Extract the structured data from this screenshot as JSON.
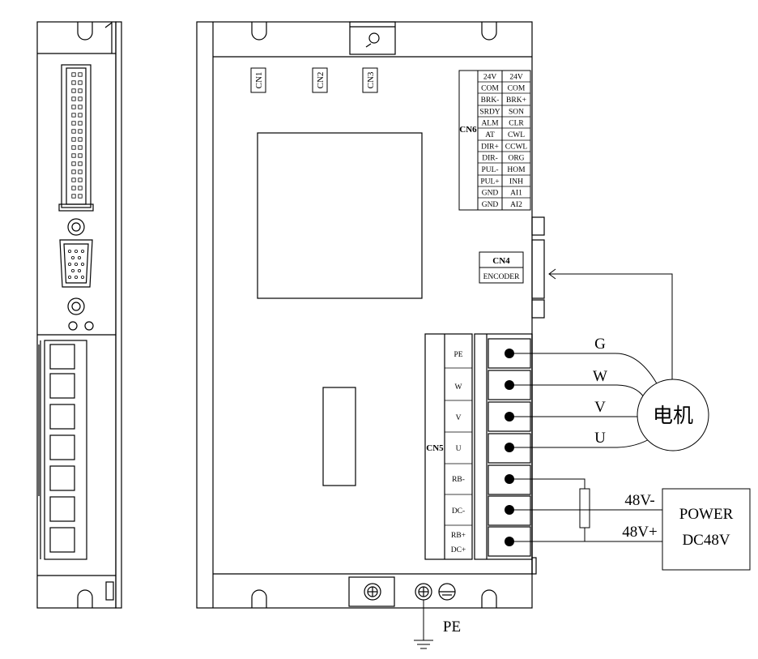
{
  "connectors": {
    "cn1": "CN1",
    "cn2": "CN2",
    "cn3": "CN3",
    "cn4": "CN4",
    "cn4_sub": "ENCODER",
    "cn5": "CN5",
    "cn6": "CN6"
  },
  "cn6_pins": [
    [
      "24V",
      "24V"
    ],
    [
      "COM",
      "COM"
    ],
    [
      "BRK-",
      "BRK+"
    ],
    [
      "SRDY",
      "SON"
    ],
    [
      "ALM",
      "CLR"
    ],
    [
      "AT",
      "CWL"
    ],
    [
      "DIR+",
      "CCWL"
    ],
    [
      "DIR-",
      "ORG"
    ],
    [
      "PUL-",
      "HOM"
    ],
    [
      "PUL+",
      "INH"
    ],
    [
      "GND",
      "AI1"
    ],
    [
      "GND",
      "AI2"
    ]
  ],
  "cn5_pins": [
    "PE",
    "W",
    "V",
    "U",
    "RB-",
    "DC-",
    "RB+",
    "DC+"
  ],
  "motor": {
    "label": "电机",
    "wires": [
      "G",
      "W",
      "V",
      "U"
    ]
  },
  "power": {
    "line1": "POWER",
    "line2": "DC48V",
    "neg": "48V-",
    "pos": "48V+"
  },
  "ground": "PE",
  "colors": {
    "line": "#000000",
    "background": "#ffffff"
  }
}
